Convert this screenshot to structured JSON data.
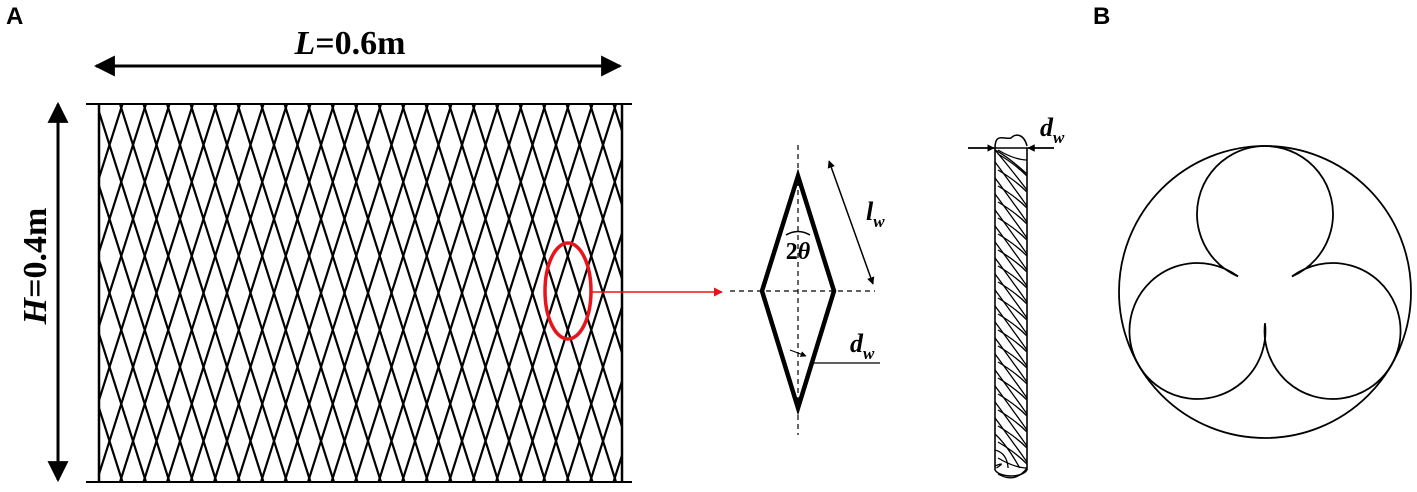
{
  "panels": {
    "a_label": "A",
    "b_label": "B"
  },
  "net": {
    "length_var": "L",
    "length_value": "=0.6m",
    "height_var": "H",
    "height_value": "=0.4m"
  },
  "mesh_detail": {
    "side_symbol": "l",
    "side_subscript": "w",
    "angle_coef": "2",
    "angle_symbol": "θ",
    "twine_symbol": "d",
    "twine_subscript": "w"
  },
  "twine": {
    "diameter_symbol": "d",
    "diameter_subscript": "w"
  },
  "colors": {
    "line": "#000000",
    "highlight": "#e8141c"
  }
}
